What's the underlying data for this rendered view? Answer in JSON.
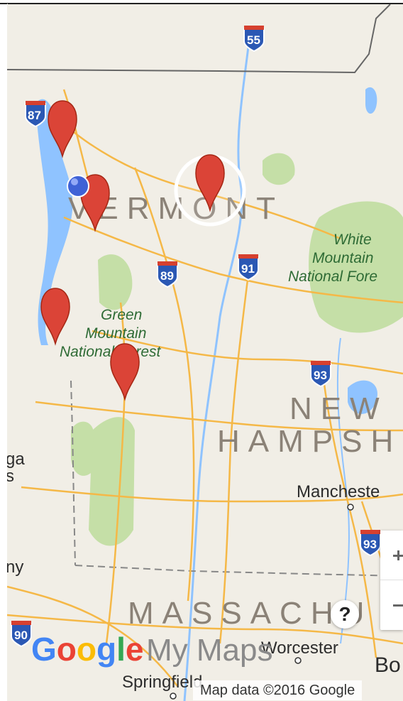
{
  "map": {
    "state_labels": {
      "vermont": "VERMONT",
      "new": "NEW",
      "hampshire": "HAMPSHI",
      "massachusetts": "MASSACHU"
    },
    "forest_labels": {
      "white_1": "White",
      "white_2": "Mountain",
      "white_3": "National Fore",
      "green_1": "Green",
      "green_2": "Mountain",
      "green_3": "National Forest"
    },
    "city_labels": {
      "manchester": "Mancheste",
      "worcester": "Worcester",
      "springfield": "Springfield",
      "boston": "Bo",
      "saratoga_1": "ga",
      "saratoga_2": "s",
      "albany": "ny"
    },
    "shields": {
      "i87": "87",
      "i55": "55",
      "i89": "89",
      "i91": "91",
      "i93a": "93",
      "i93b": "93",
      "i90": "90"
    },
    "markers_count": 5,
    "colors": {
      "land": "#f1eee6",
      "water": "#8fc3ff",
      "forest": "#c5dfa7",
      "road": "#f5b847",
      "state_border": "#666666",
      "marker": "#db4437",
      "interstate": "#2b58b4"
    }
  },
  "branding": {
    "google": [
      "G",
      "o",
      "o",
      "g",
      "l",
      "e"
    ],
    "google_colors": [
      "#4285f4",
      "#ea4335",
      "#fbbc05",
      "#4285f4",
      "#34a853",
      "#ea4335"
    ],
    "product": "My Maps"
  },
  "controls": {
    "help_label": "?",
    "attribution": "Map data ©2016 Google"
  }
}
